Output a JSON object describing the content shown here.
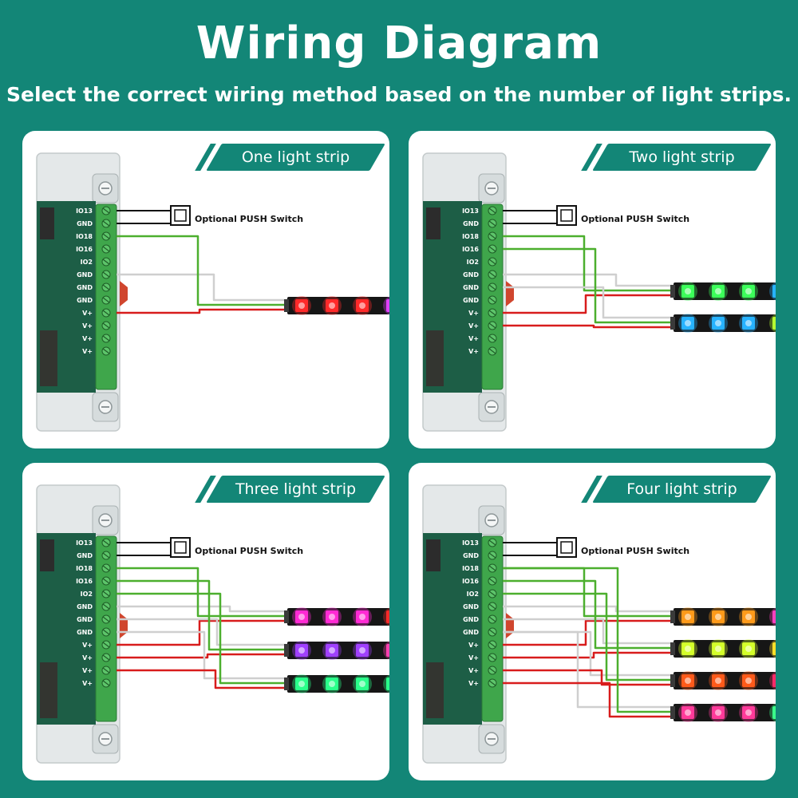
{
  "header": {
    "title": "Wiring Diagram",
    "subtitle": "Select the correct wiring method based on the number of light strips."
  },
  "switch_label": "Optional PUSH Switch",
  "colors": {
    "background": "#138677",
    "data_wire": "#4caf2e",
    "ground_wire": "#cfcfcf",
    "power_wire": "#d81c1c",
    "switch_wire": "#111111",
    "terminal_block": "#3fa64b"
  },
  "panels": [
    {
      "label": "One light strip",
      "strips": [
        [
          "#ff2a2a",
          "#ff2a2a",
          "#ff2a2a",
          "#e040ff"
        ]
      ]
    },
    {
      "label": "Two light strip",
      "strips": [
        [
          "#3cff5a",
          "#3cff5a",
          "#3cff5a",
          "#27b3ff"
        ],
        [
          "#27b3ff",
          "#27b3ff",
          "#27b3ff",
          "#b5ff32"
        ]
      ]
    },
    {
      "label": "Three light strip",
      "strips": [
        [
          "#ff2ad4",
          "#ff2ad4",
          "#ff2ad4",
          "#ff2a2a"
        ],
        [
          "#a040ff",
          "#a040ff",
          "#a040ff",
          "#ff40b0"
        ],
        [
          "#2aff8a",
          "#2aff8a",
          "#2aff8a",
          "#2aff8a"
        ]
      ]
    },
    {
      "label": "Four light strip",
      "strips": [
        [
          "#ff9a1a",
          "#ff9a1a",
          "#ff9a1a",
          "#ff40c0"
        ],
        [
          "#d4ff2a",
          "#d4ff2a",
          "#d4ff2a",
          "#ffe02a"
        ],
        [
          "#ff5a1a",
          "#ff5a1a",
          "#ff5a1a",
          "#ff2a6a"
        ],
        [
          "#ff3a9a",
          "#ff3a9a",
          "#ff3a9a",
          "#3aff8a"
        ]
      ]
    }
  ]
}
